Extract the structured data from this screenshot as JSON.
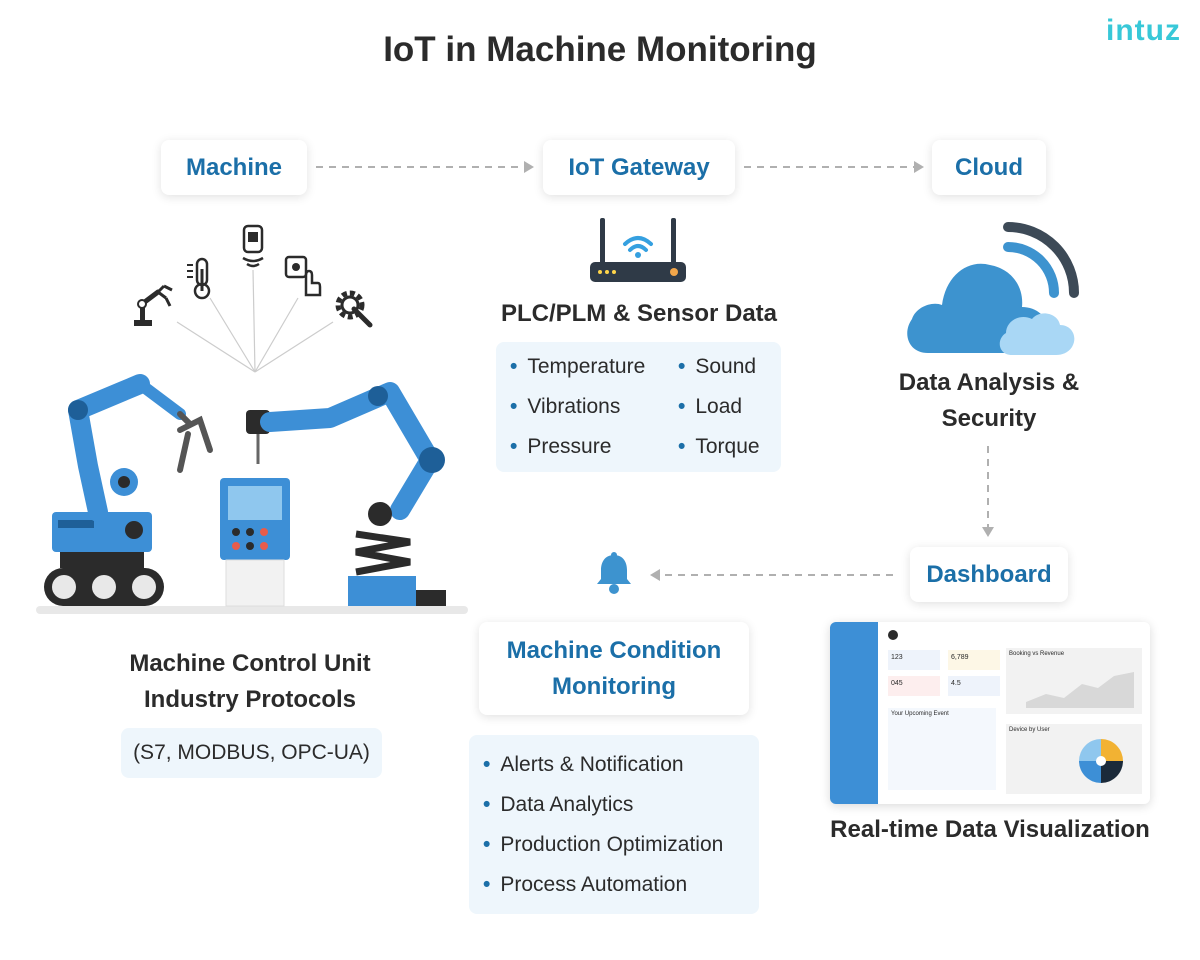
{
  "title": "IoT in Machine Monitoring",
  "logo": "intuz",
  "flow": {
    "machine": "Machine",
    "gateway": "IoT Gateway",
    "cloud": "Cloud",
    "dashboard": "Dashboard",
    "condition_line1": "Machine Condition",
    "condition_line2": "Monitoring"
  },
  "gateway_section": {
    "heading": "PLC/PLM & Sensor Data",
    "items": [
      "Temperature",
      "Vibrations",
      "Pressure",
      "Sound",
      "Load",
      "Torque"
    ]
  },
  "cloud_section": {
    "line1": "Data Analysis &",
    "line2": "Security"
  },
  "machine_section": {
    "line1": "Machine Control Unit",
    "line2": "Industry Protocols",
    "protocols": "(S7, MODBUS, OPC-UA)"
  },
  "condition_section": {
    "items": [
      "Alerts & Notification",
      "Data Analytics",
      "Production Optimization",
      "Process Automation"
    ]
  },
  "dashboard_section": {
    "caption": "Real-time Data Visualization",
    "stats": [
      "123",
      "6,789",
      "045",
      "4.5"
    ],
    "events_title": "Your Upcoming Event",
    "chart_title": "Booking vs Revenue",
    "device_title": "Device by User"
  },
  "colors": {
    "accent": "#1b6fa8",
    "robot_blue": "#3d8fd6",
    "cloud_blue": "#3d93cf",
    "panel_bg": "#eef6fc"
  }
}
